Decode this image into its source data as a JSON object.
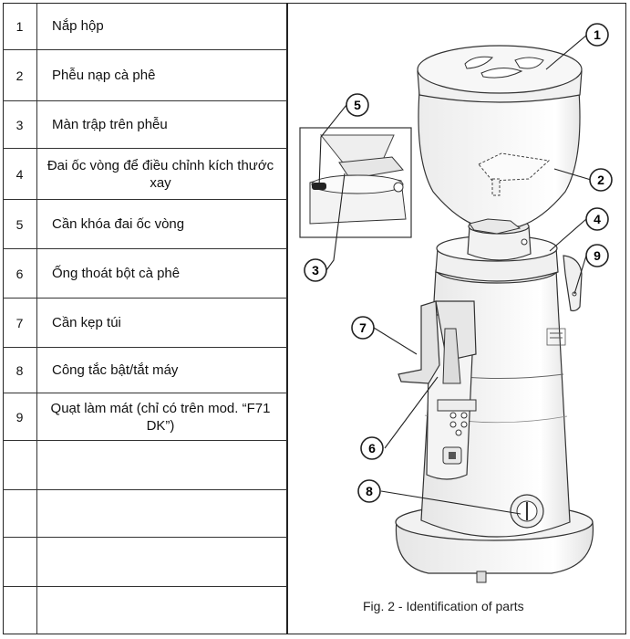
{
  "parts_table": {
    "rows": [
      {
        "number": "1",
        "name": "Nắp hộp"
      },
      {
        "number": "2",
        "name": "Phễu nạp cà phê"
      },
      {
        "number": "3",
        "name": "Màn trập trên phễu"
      },
      {
        "number": "4",
        "name": "Đai ốc vòng để điều chỉnh kích thước xay"
      },
      {
        "number": "5",
        "name": "Cần khóa đai ốc vòng"
      },
      {
        "number": "6",
        "name": "Ống thoát bột cà phê"
      },
      {
        "number": "7",
        "name": "Cần kẹp túi"
      },
      {
        "number": "8",
        "name": "Công tắc bật/tắt máy"
      },
      {
        "number": "9",
        "name": "Quạt làm mát (chỉ có trên mod. “F71 DK”)"
      },
      {
        "number": "",
        "name": ""
      },
      {
        "number": "",
        "name": ""
      },
      {
        "number": "",
        "name": ""
      },
      {
        "number": "",
        "name": ""
      }
    ]
  },
  "figure": {
    "caption": "Fig. 2 - Identification of parts",
    "callouts": [
      "1",
      "2",
      "3",
      "4",
      "5",
      "6",
      "7",
      "8",
      "9"
    ]
  }
}
